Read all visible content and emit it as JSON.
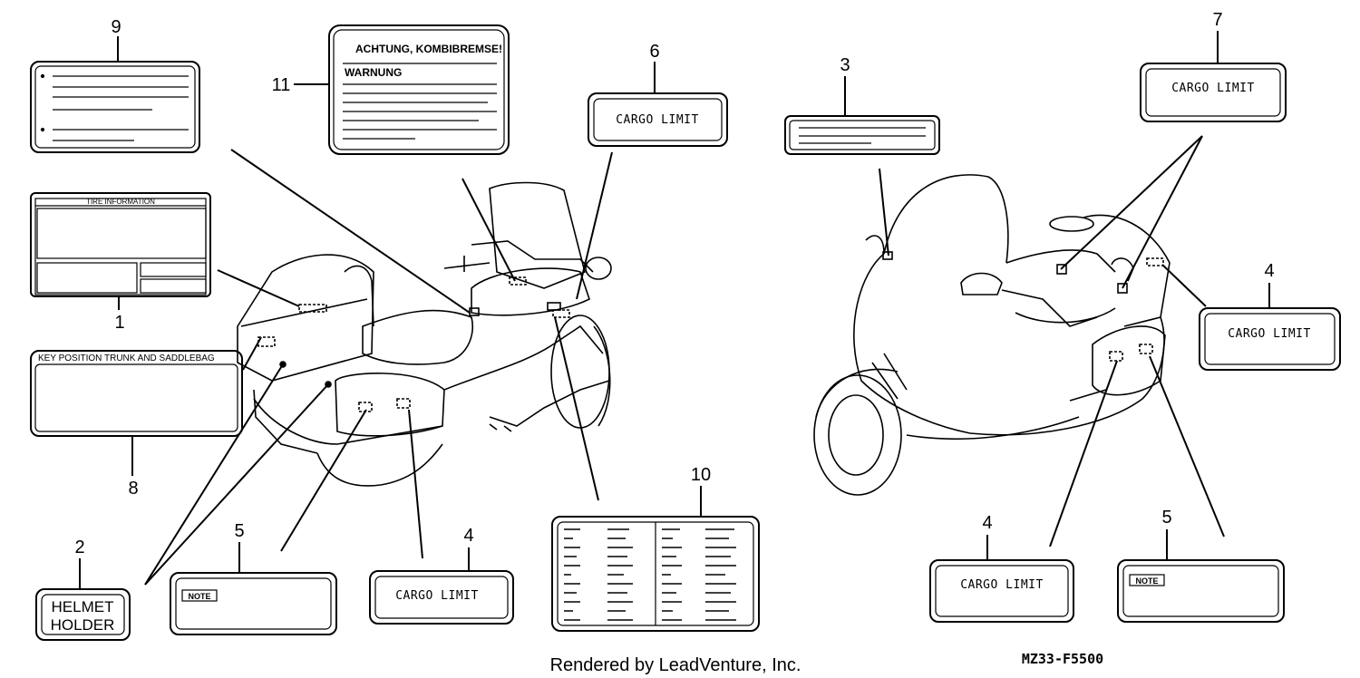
{
  "labels": {
    "cargo_limit": "CARGO LIMIT",
    "tire_information": "TIRE   INFORMATION",
    "key_position": "KEY POSITION  TRUNK AND SADDLEBAG",
    "helmet_holder_line1": "HELMET",
    "helmet_holder_line2": "HOLDER",
    "note": "NOTE",
    "achtung": "ACHTUNG, KOMBIBREMSE!",
    "warnung": "WARNUNG"
  },
  "callouts": {
    "c1": "1",
    "c2": "2",
    "c3": "3",
    "c4a": "4",
    "c4b": "4",
    "c4c": "4",
    "c5a": "5",
    "c5b": "5",
    "c6": "6",
    "c7": "7",
    "c8": "8",
    "c9": "9",
    "c10": "10",
    "c11": "11"
  },
  "footer": {
    "credit": "Rendered by LeadVenture, Inc.",
    "code": "MZ33-F5500"
  }
}
